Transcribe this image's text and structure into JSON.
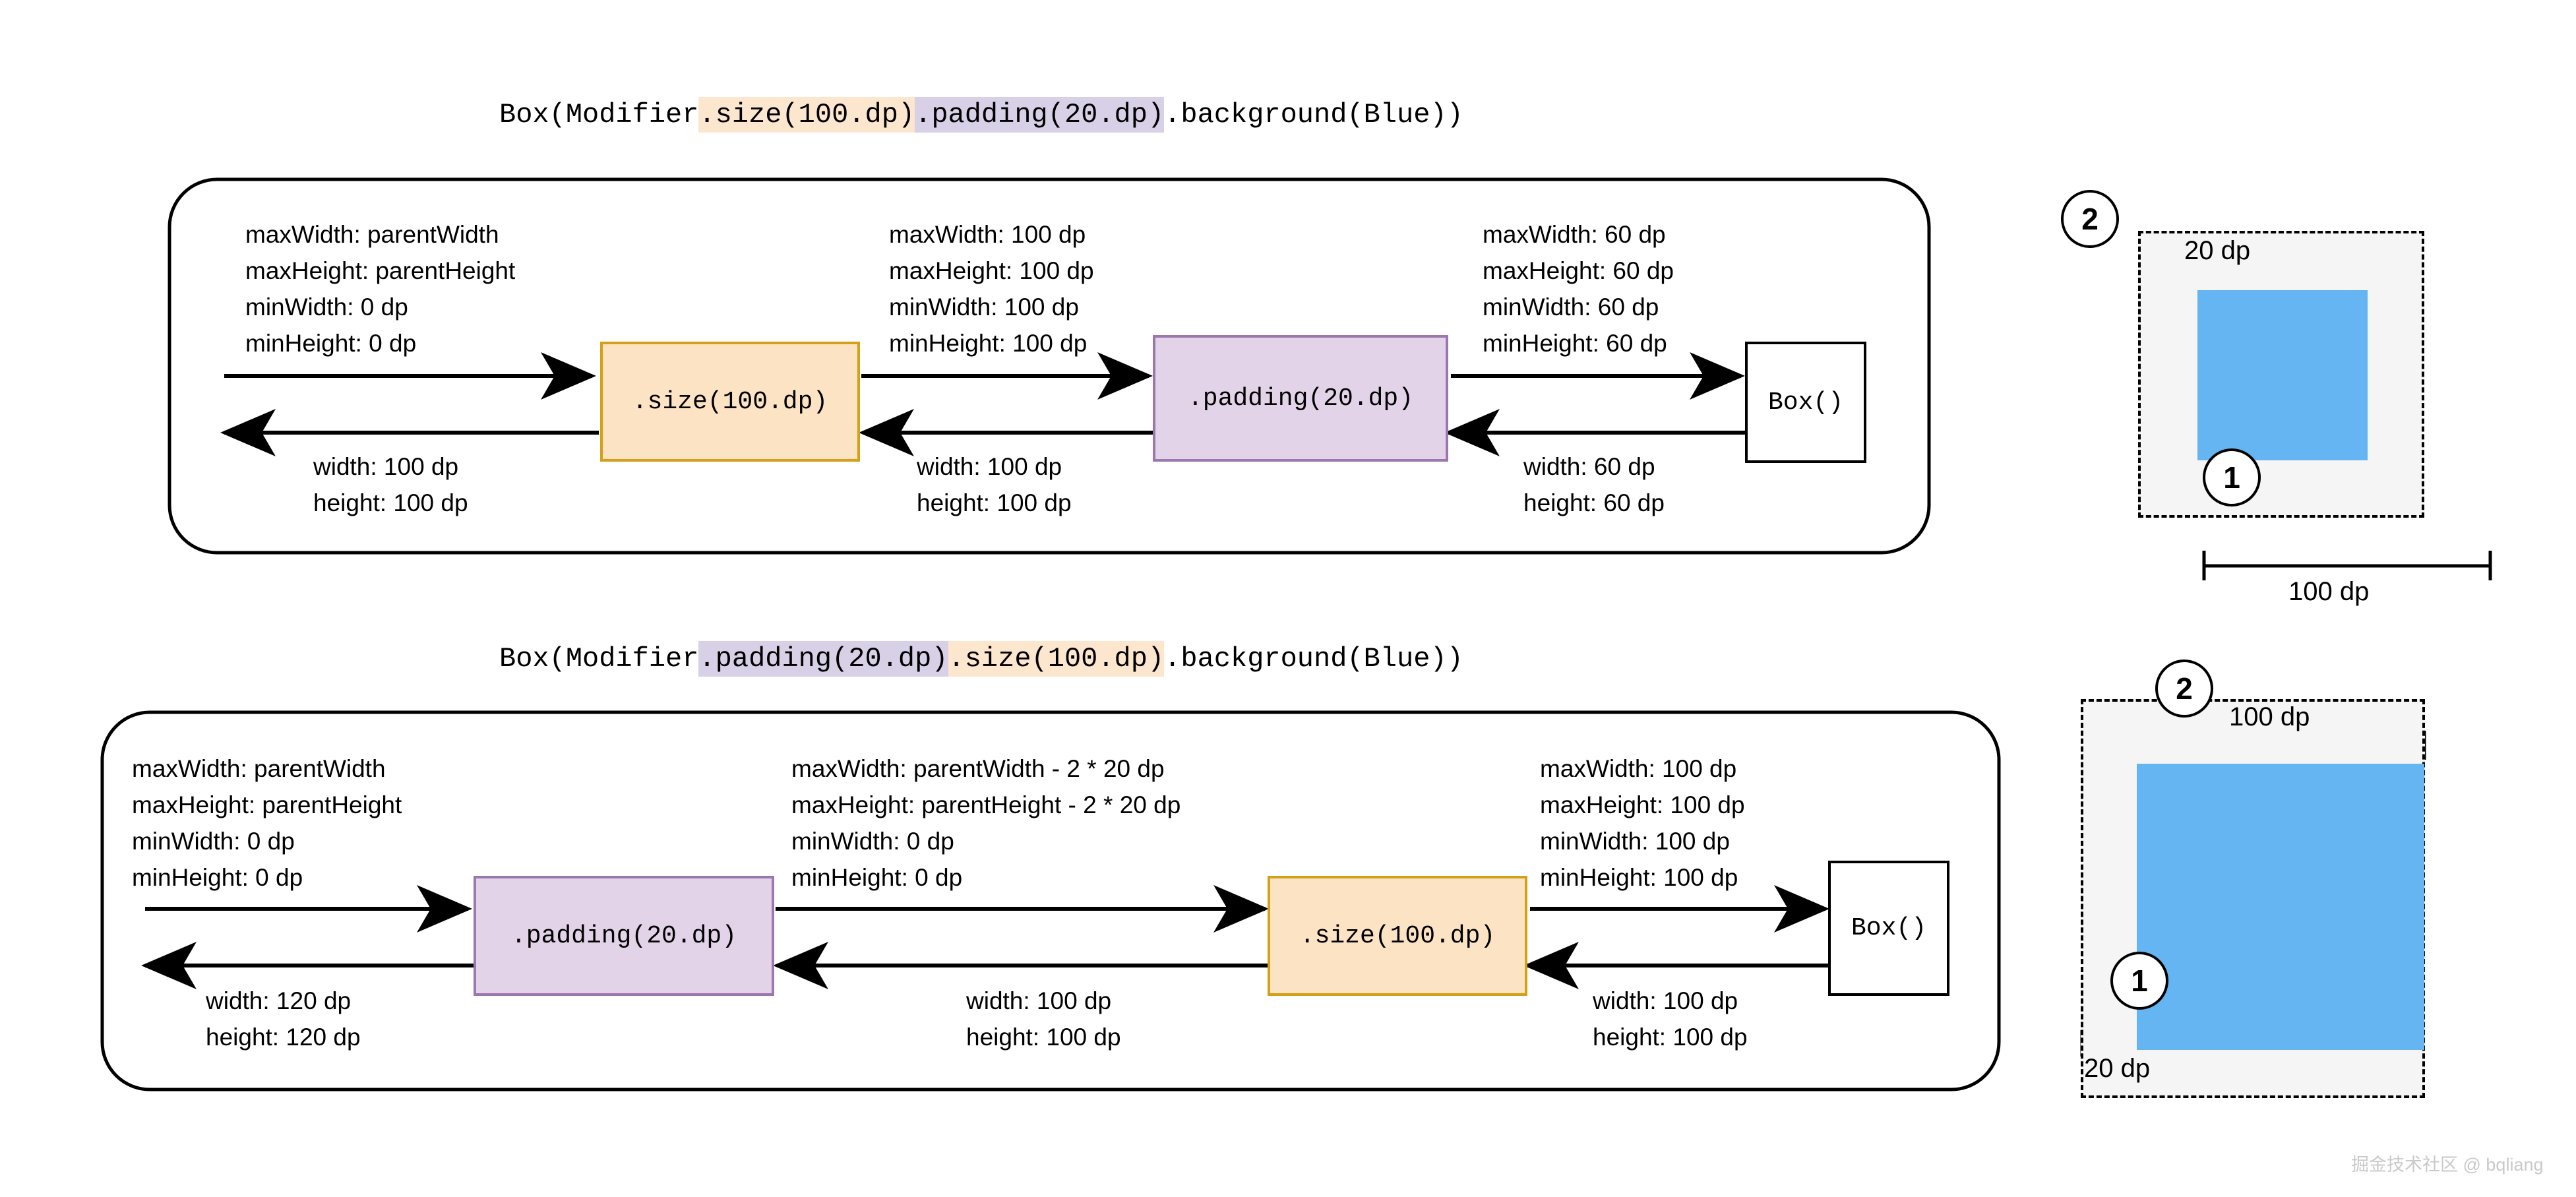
{
  "diagram": {
    "watermark": "掘金技术社区 @ bqliang",
    "panels": [
      {
        "id": "panel-1",
        "title": {
          "prefix": "Box(Modifier",
          "highlight_orange": ".size(100.dp)",
          "highlight_purple": ".padding(20.dp)",
          "suffix": ".background(Blue))"
        },
        "nodes": [
          {
            "label": ".size(100.dp)",
            "style": "orange"
          },
          {
            "label": ".padding(20.dp)",
            "style": "purple"
          },
          {
            "label": "Box()",
            "style": "plain"
          }
        ],
        "constraints": [
          {
            "down": [
              "maxWidth: parentWidth",
              "maxHeight: parentHeight",
              "minWidth: 0 dp",
              "minHeight: 0 dp"
            ],
            "up": [
              "width: 100 dp",
              "height: 100 dp"
            ]
          },
          {
            "down": [
              "maxWidth: 100 dp",
              "maxHeight: 100 dp",
              "minWidth: 100 dp",
              "minHeight: 100 dp"
            ],
            "up": [
              "width: 100 dp",
              "height: 100 dp"
            ]
          },
          {
            "down": [
              "maxWidth: 60 dp",
              "maxHeight: 60 dp",
              "minWidth: 60 dp",
              "minHeight: 60 dp"
            ],
            "up": [
              "width: 60 dp",
              "height: 60 dp"
            ]
          }
        ],
        "illustration": {
          "badge_outer": "2",
          "badge_inner": "1",
          "inset_label": "20 dp",
          "outer_label": "100 dp"
        }
      },
      {
        "id": "panel-2",
        "title": {
          "prefix": "Box(Modifier",
          "highlight_purple": ".padding(20.dp)",
          "highlight_orange": ".size(100.dp)",
          "suffix": ".background(Blue))"
        },
        "nodes": [
          {
            "label": ".padding(20.dp)",
            "style": "purple"
          },
          {
            "label": ".size(100.dp)",
            "style": "orange"
          },
          {
            "label": "Box()",
            "style": "plain"
          }
        ],
        "constraints": [
          {
            "down": [
              "maxWidth: parentWidth",
              "maxHeight: parentHeight",
              "minWidth: 0 dp",
              "minHeight: 0 dp"
            ],
            "up": [
              "width: 120 dp",
              "height: 120 dp"
            ]
          },
          {
            "down": [
              "maxWidth: parentWidth - 2 * 20 dp",
              "maxHeight: parentHeight - 2 * 20 dp",
              "minWidth: 0 dp",
              "minHeight: 0 dp"
            ],
            "up": [
              "width: 100 dp",
              "height: 100 dp"
            ]
          },
          {
            "down": [
              "maxWidth: 100 dp",
              "maxHeight: 100 dp",
              "minWidth: 100 dp",
              "minHeight: 100 dp"
            ],
            "up": [
              "width: 100 dp",
              "height: 100 dp"
            ]
          }
        ],
        "illustration": {
          "badge_outer": "2",
          "badge_inner": "1",
          "inset_label": "20 dp",
          "outer_label": "100 dp"
        }
      }
    ],
    "colors": {
      "orange_fill": "#FCE3C3",
      "orange_border": "#D4A017",
      "purple_fill": "#E2D3E8",
      "purple_border": "#9B77AE",
      "blue_fill": "#64B5F1",
      "dash_fill": "#F5F5F5",
      "stroke": "#000000"
    }
  }
}
